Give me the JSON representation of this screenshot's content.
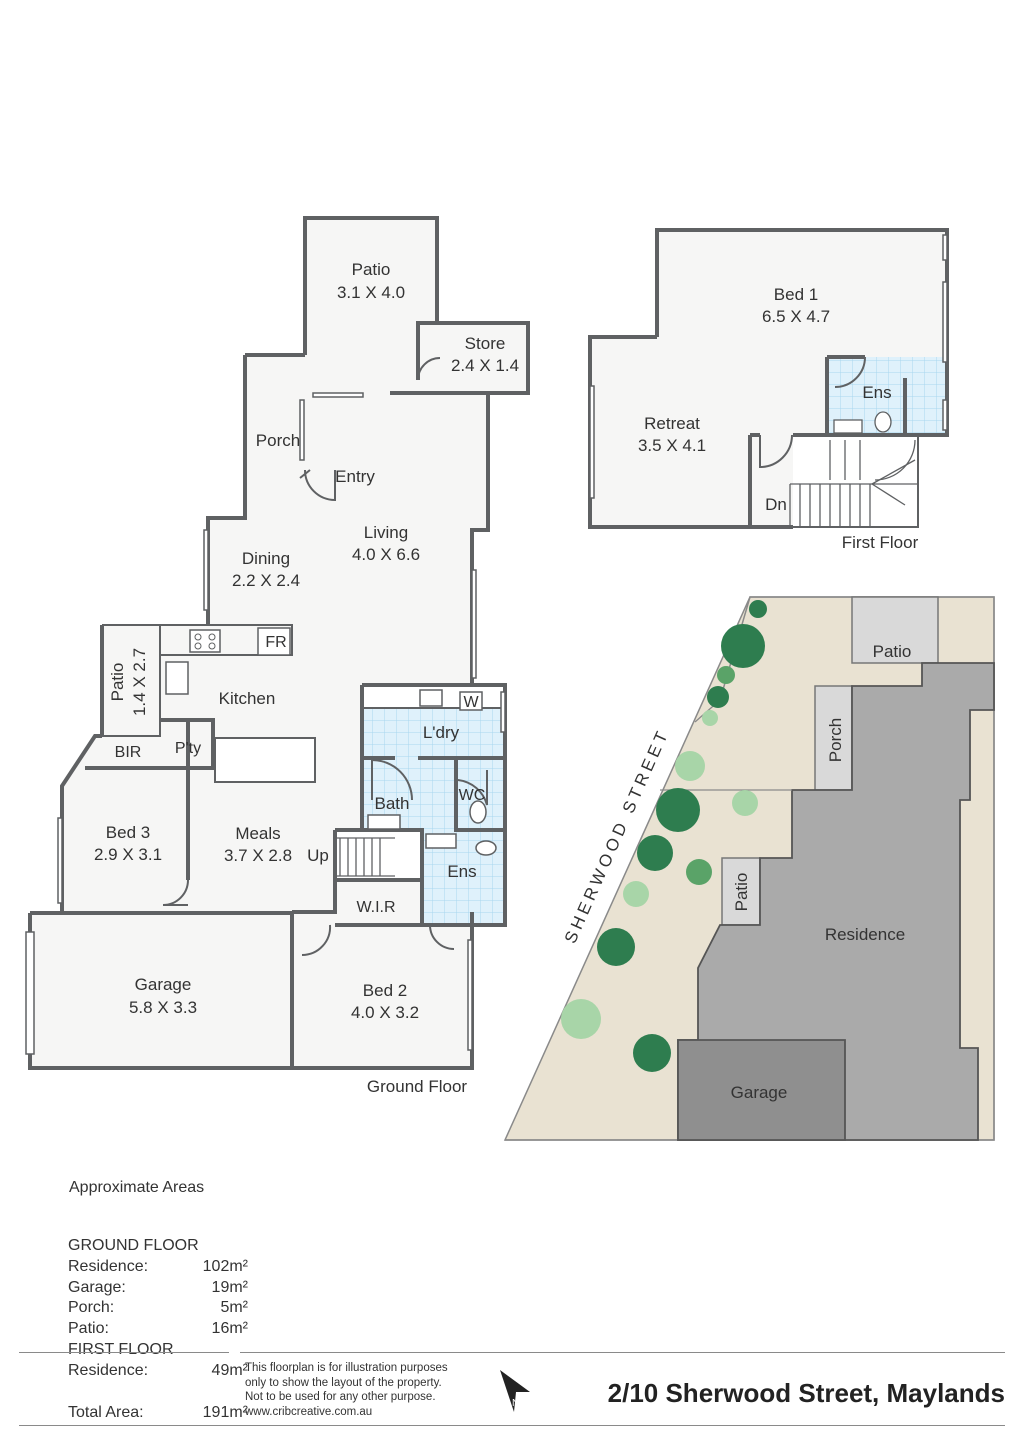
{
  "ground_floor": {
    "label": "Ground Floor",
    "rooms": {
      "patio": {
        "name": "Patio",
        "size": "3.1 X 4.0"
      },
      "store": {
        "name": "Store",
        "size": "2.4 X 1.4"
      },
      "porch": {
        "name": "Porch"
      },
      "entry": {
        "name": "Entry"
      },
      "living": {
        "name": "Living",
        "size": "4.0 X 6.6"
      },
      "dining": {
        "name": "Dining",
        "size": "2.2 X 2.4"
      },
      "fr": {
        "name": "FR"
      },
      "patio_side": {
        "name": "Patio",
        "size": "1.4 X 2.7"
      },
      "kitchen": {
        "name": "Kitchen"
      },
      "bir": {
        "name": "BIR"
      },
      "pantry": {
        "name": "P'ty"
      },
      "laundry": {
        "name": "L'dry"
      },
      "washer": {
        "name": "W"
      },
      "bath": {
        "name": "Bath"
      },
      "wc": {
        "name": "WC"
      },
      "bed3": {
        "name": "Bed 3",
        "size": "2.9 X 3.1"
      },
      "meals": {
        "name": "Meals",
        "size": "3.7 X 2.8"
      },
      "up": {
        "name": "Up"
      },
      "ens": {
        "name": "Ens"
      },
      "wir": {
        "name": "W.I.R"
      },
      "garage": {
        "name": "Garage",
        "size": "5.8 X 3.3"
      },
      "bed2": {
        "name": "Bed 2",
        "size": "4.0 X 3.2"
      }
    }
  },
  "first_floor": {
    "label": "First Floor",
    "rooms": {
      "bed1": {
        "name": "Bed 1",
        "size": "6.5 X 4.7"
      },
      "ens": {
        "name": "Ens"
      },
      "retreat": {
        "name": "Retreat",
        "size": "3.5 X 4.1"
      },
      "dn": {
        "name": "Dn"
      }
    }
  },
  "site_plan": {
    "street": "SHERWOOD STREET",
    "patio_top": "Patio",
    "porch": "Porch",
    "patio_side": "Patio",
    "residence": "Residence",
    "garage": "Garage",
    "colors": {
      "lawn": "#e9e2d2",
      "patio": "#d9d9d9",
      "residence": "#aaaaaa",
      "garage": "#8f8f8f",
      "tree_dark": "#2e7d4f",
      "tree_light": "#a8d5a8"
    }
  },
  "areas": {
    "title": "Approximate Areas",
    "ground_heading": "GROUND FLOOR",
    "ground": [
      {
        "label": "Residence:",
        "value": "102m²"
      },
      {
        "label": "Garage:",
        "value": "19m²"
      },
      {
        "label": "Porch:",
        "value": "5m²"
      },
      {
        "label": "Patio:",
        "value": "16m²"
      }
    ],
    "first_heading": "FIRST FLOOR",
    "first": [
      {
        "label": "Residence:",
        "value": "49m²"
      }
    ],
    "total": {
      "label": "Total Area:",
      "value": "191m²"
    }
  },
  "disclaimer": {
    "line1": "This floorplan is for illustration purposes",
    "line2": "only to show the layout of the property.",
    "line3": "Not to be used for any other purpose.",
    "line4": "www.cribcreative.com.au"
  },
  "compass": {
    "label": "N",
    "icon": "north-arrow-icon"
  },
  "address": "2/10 Sherwood Street, Maylands"
}
